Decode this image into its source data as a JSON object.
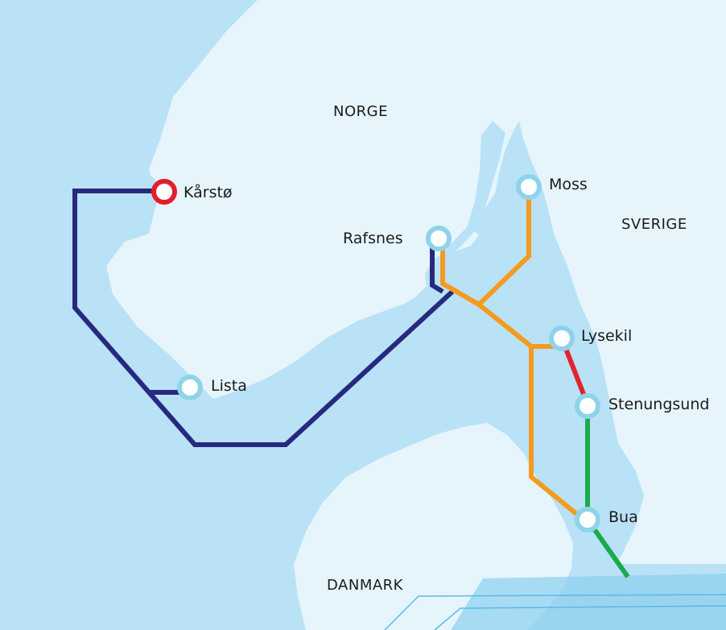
{
  "countries": {
    "norway": "NORGE",
    "sweden": "SVERIGE",
    "denmark": "DANMARK"
  },
  "stations": {
    "karsto": "Kårstø",
    "lista": "Lista",
    "rafsnes": "Rafsnes",
    "moss": "Moss",
    "lysekil": "Lysekil",
    "stenungsund": "Stenungsund",
    "bua": "Bua"
  },
  "colors": {
    "sea": "#b9e2f6",
    "land": "#e6f5fc",
    "route_navy": "#27297f",
    "route_orange": "#f49a1f",
    "route_red": "#e3232e",
    "route_green": "#1aaa4b",
    "station_ring": "#8fd3ea",
    "origin_ring": "#e31e2c"
  }
}
